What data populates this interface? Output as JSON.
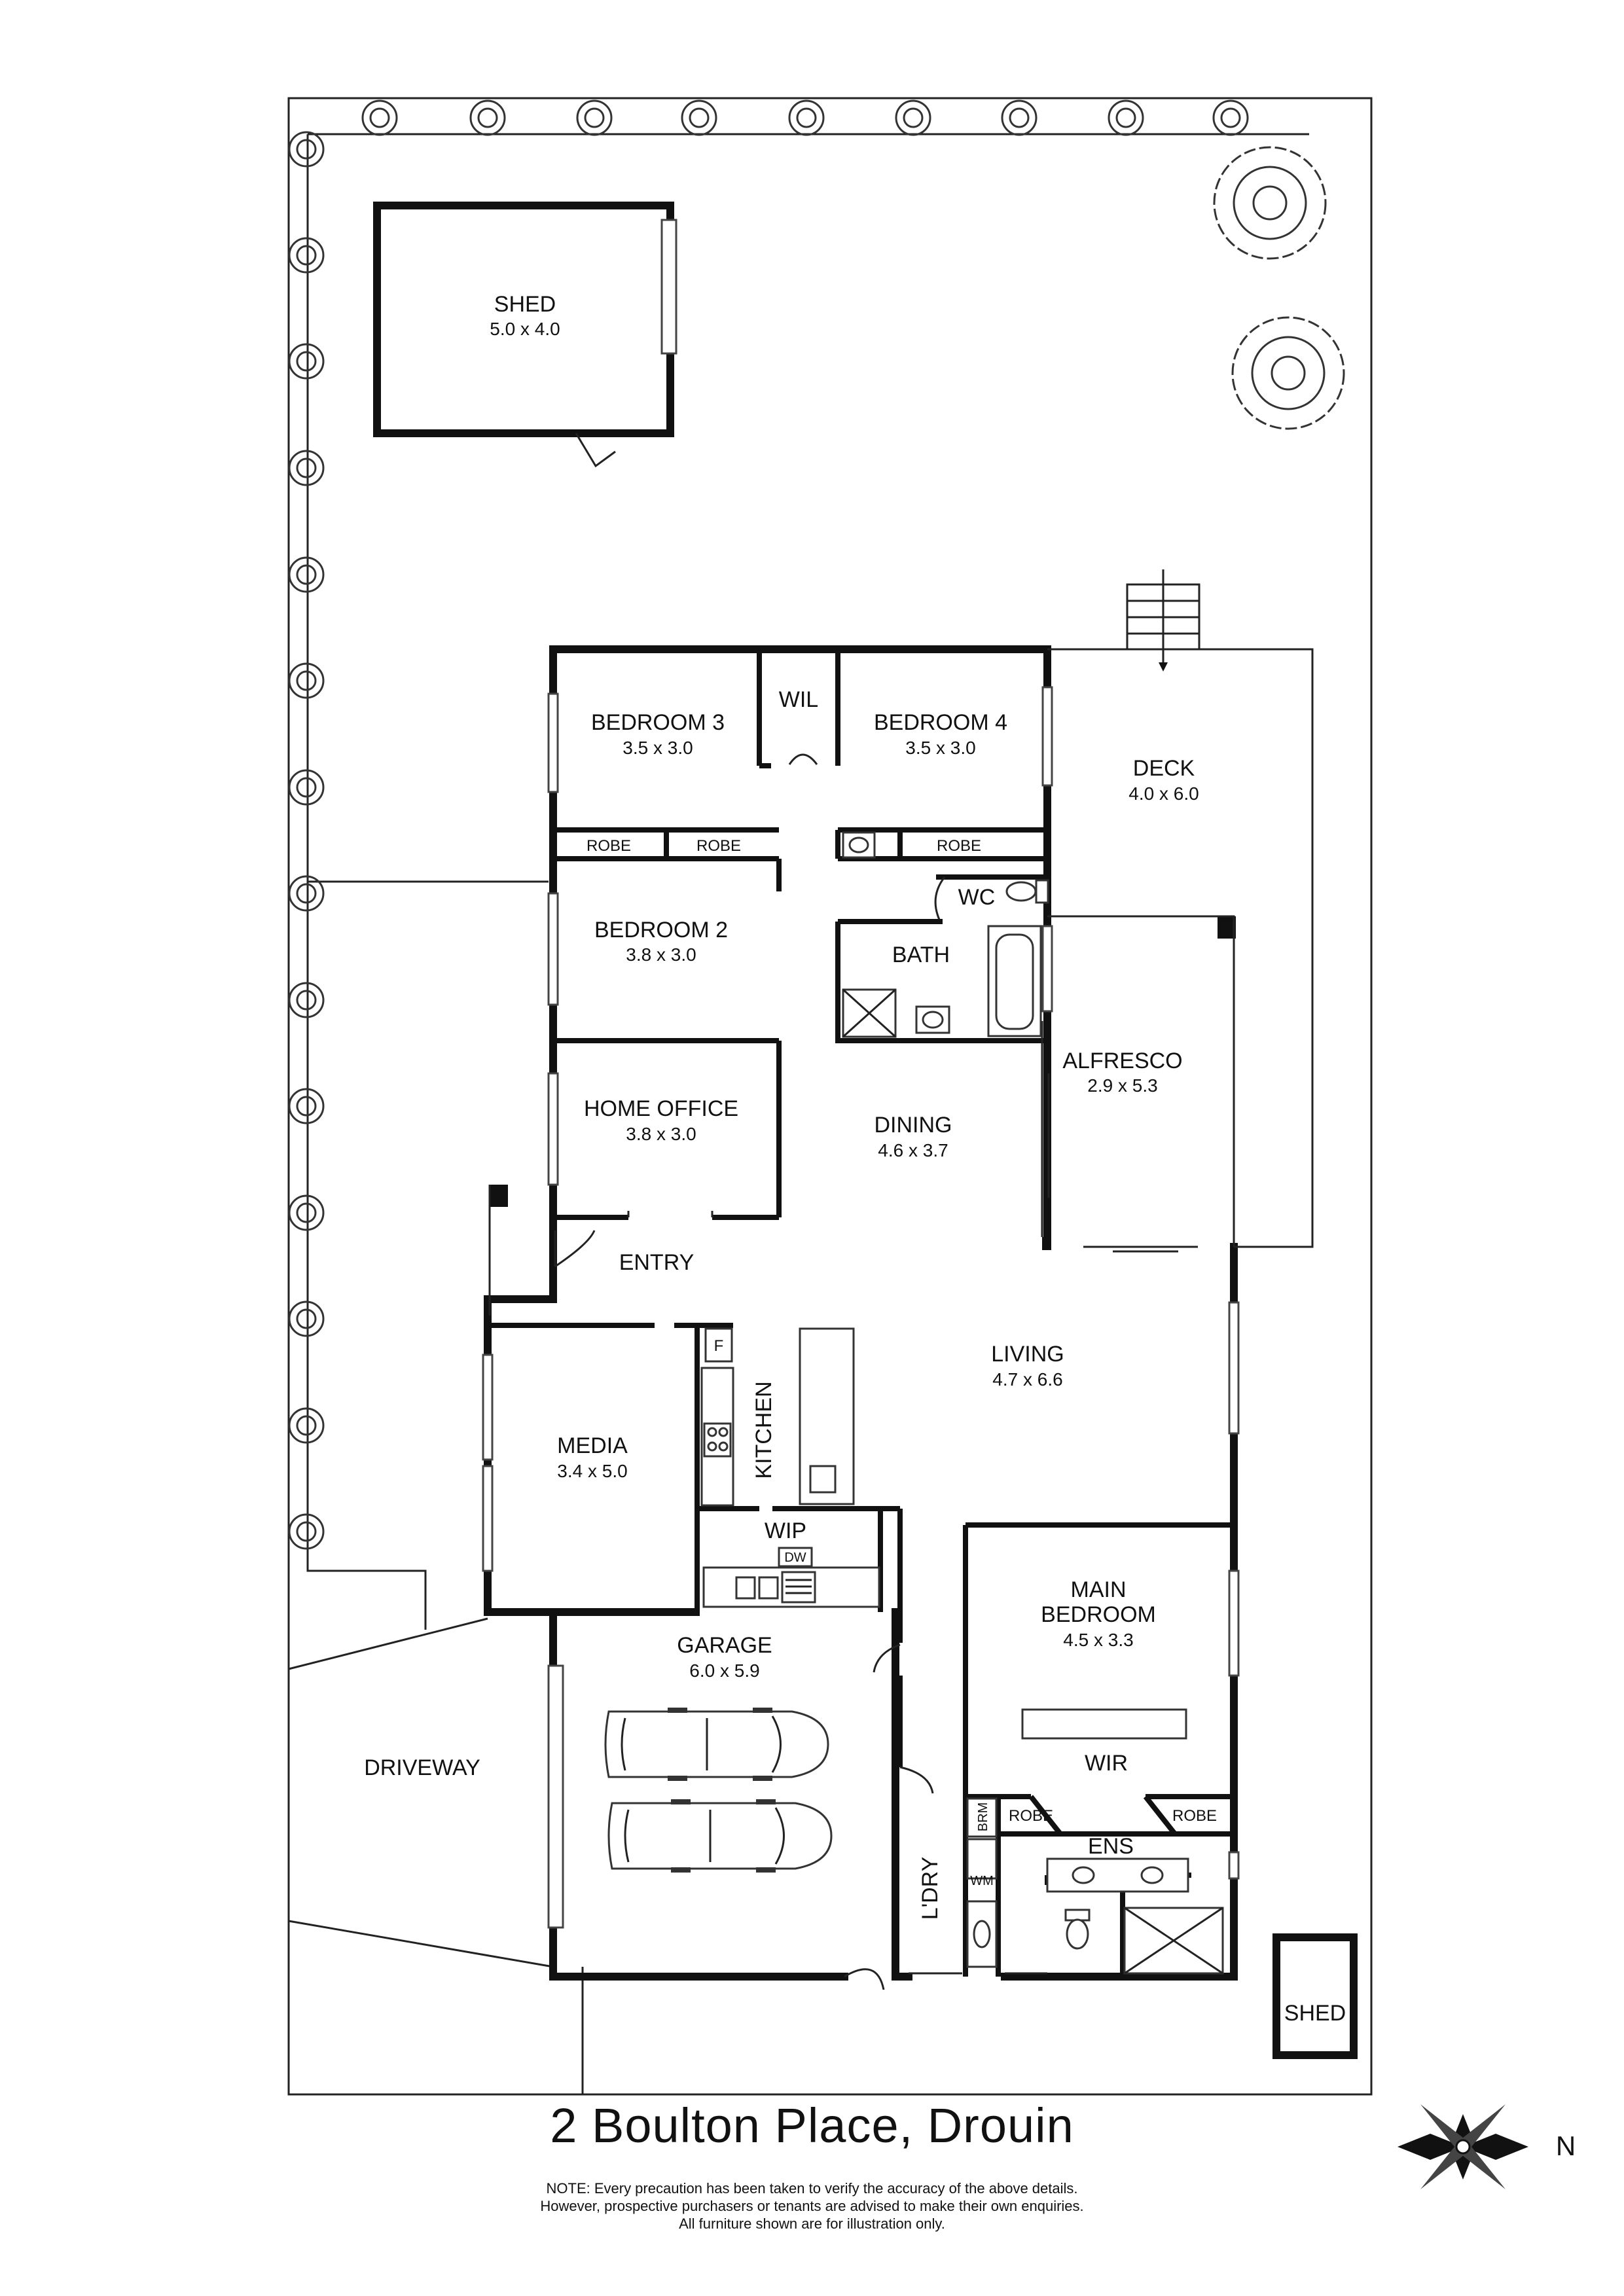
{
  "address": "2 Boulton Place, Drouin",
  "note": {
    "line1": "NOTE: Every precaution has been taken to verify the accuracy of the above details.",
    "line2": "However, prospective purchasers or tenants are advised to make their own enquiries.",
    "line3": "All furniture shown are for illustration only."
  },
  "compass": {
    "label": "N"
  },
  "rooms": {
    "shed_main": {
      "name": "SHED",
      "size": "5.0 x 4.0"
    },
    "bedroom3": {
      "name": "BEDROOM 3",
      "size": "3.5 x 3.0"
    },
    "wil": {
      "name": "WIL"
    },
    "bedroom4": {
      "name": "BEDROOM 4",
      "size": "3.5 x 3.0"
    },
    "deck": {
      "name": "DECK",
      "size": "4.0 x 6.0"
    },
    "robe_b3a": {
      "name": "ROBE"
    },
    "robe_b3b": {
      "name": "ROBE"
    },
    "robe_b4": {
      "name": "ROBE"
    },
    "wc": {
      "name": "WC"
    },
    "bedroom2": {
      "name": "BEDROOM 2",
      "size": "3.8 x 3.0"
    },
    "bath": {
      "name": "BATH"
    },
    "alfresco": {
      "name": "ALFRESCO",
      "size": "2.9 x 5.3"
    },
    "home_office": {
      "name": "HOME OFFICE",
      "size": "3.8 x 3.0"
    },
    "dining": {
      "name": "DINING",
      "size": "4.6 x 3.7"
    },
    "entry": {
      "name": "ENTRY"
    },
    "living": {
      "name": "LIVING",
      "size": "4.7 x 6.6"
    },
    "kitchen": {
      "name": "KITCHEN"
    },
    "fridge": {
      "name": "F"
    },
    "media": {
      "name": "MEDIA",
      "size": "3.4 x 5.0"
    },
    "wip": {
      "name": "WIP"
    },
    "dw": {
      "name": "DW"
    },
    "main_bedroom": {
      "line1": "MAIN",
      "line2": "BEDROOM",
      "size": "4.5 x 3.3"
    },
    "garage": {
      "name": "GARAGE",
      "size": "6.0 x 5.9"
    },
    "driveway": {
      "name": "DRIVEWAY"
    },
    "wir": {
      "name": "WIR"
    },
    "robe_ma": {
      "name": "ROBE"
    },
    "robe_mb": {
      "name": "ROBE"
    },
    "brm": {
      "name": "BRM"
    },
    "ens": {
      "name": "ENS"
    },
    "wm": {
      "name": "WM"
    },
    "laundry": {
      "name": "L'DRY"
    },
    "shed_small": {
      "name": "SHED"
    }
  }
}
